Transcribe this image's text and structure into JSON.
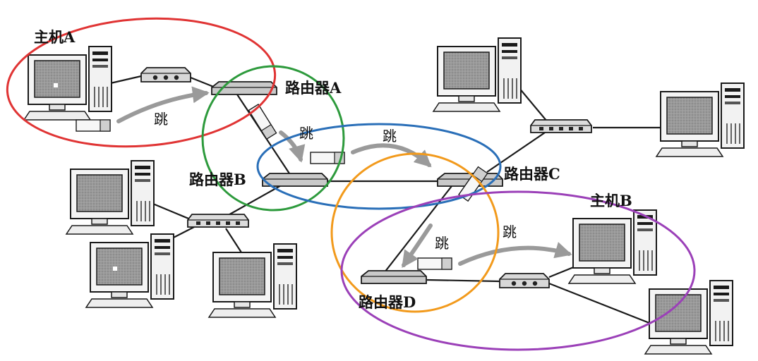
{
  "labels": {
    "host_a": "主机A",
    "host_b": "主机B",
    "router_a": "路由器A",
    "router_b": "路由器B",
    "router_c": "路由器C",
    "router_d": "路由器D",
    "hop_1": "跳",
    "hop_2": "跳",
    "hop_3": "跳",
    "hop_4": "跳",
    "hop_5": "跳"
  },
  "colors": {
    "hop_1_ring": "#e03434",
    "hop_2_ring": "#2d9a3c",
    "hop_3_ring": "#2a6fb8",
    "hop_4_ring": "#f29a1c",
    "hop_5_ring": "#9b40b8",
    "arrow": "#9a9a9a",
    "line": "#1a1a1a"
  }
}
